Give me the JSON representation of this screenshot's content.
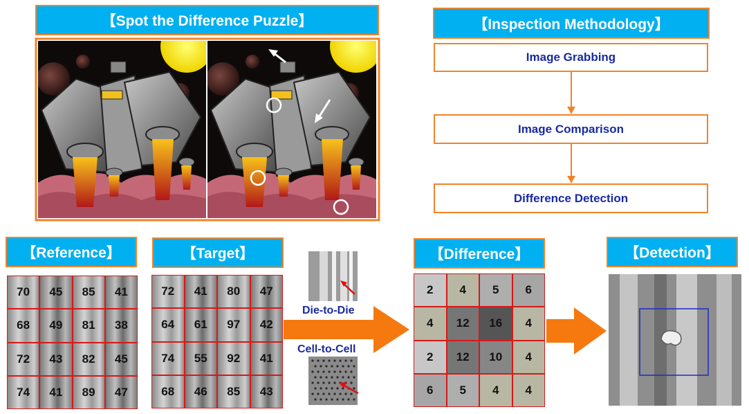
{
  "puzzle": {
    "title": "【Spot the Difference Puzzle】"
  },
  "method": {
    "title": "【Inspection Methodology】",
    "steps": [
      "Image Grabbing",
      "Image Comparison",
      "Difference Detection"
    ]
  },
  "reference": {
    "title": "【Reference】",
    "values": [
      [
        70,
        45,
        85,
        41
      ],
      [
        68,
        49,
        81,
        38
      ],
      [
        72,
        43,
        82,
        45
      ],
      [
        74,
        41,
        89,
        47
      ]
    ]
  },
  "target": {
    "title": "【Target】",
    "values": [
      [
        72,
        41,
        80,
        47
      ],
      [
        64,
        61,
        97,
        42
      ],
      [
        74,
        55,
        92,
        41
      ],
      [
        68,
        46,
        85,
        43
      ]
    ]
  },
  "modes": {
    "die": "Die-to-Die",
    "cell": "Cell-to-Cell"
  },
  "difference": {
    "title": "【Difference】",
    "values": [
      [
        2,
        4,
        5,
        6
      ],
      [
        4,
        12,
        16,
        4
      ],
      [
        2,
        12,
        10,
        4
      ],
      [
        6,
        5,
        4,
        4
      ]
    ]
  },
  "detection": {
    "title": "【Detection】"
  },
  "colors": {
    "header": "#00b0f0",
    "border": "#f0842a",
    "text": "#1a2aa0",
    "cell_border": "#d81818"
  }
}
